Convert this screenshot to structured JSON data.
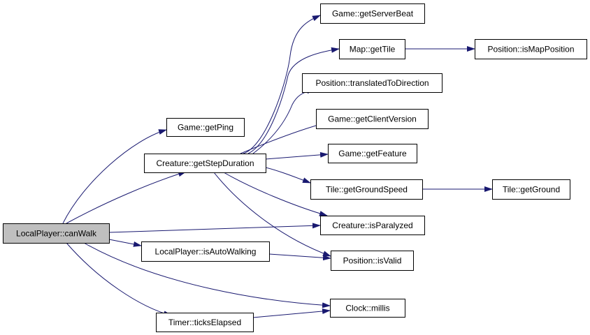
{
  "colors": {
    "edge": "#191970",
    "node_border": "#000000",
    "node_fill": "#ffffff",
    "root_fill": "#bfbfbf",
    "text": "#000000"
  },
  "nodes": [
    {
      "id": "canWalk",
      "label": "LocalPlayer::canWalk",
      "root": true
    },
    {
      "id": "getPing",
      "label": "Game::getPing"
    },
    {
      "id": "getStepDuration",
      "label": "Creature::getStepDuration"
    },
    {
      "id": "isAutoWalking",
      "label": "LocalPlayer::isAutoWalking"
    },
    {
      "id": "ticksElapsed",
      "label": "Timer::ticksElapsed"
    },
    {
      "id": "getServerBeat",
      "label": "Game::getServerBeat"
    },
    {
      "id": "getTile",
      "label": "Map::getTile"
    },
    {
      "id": "translatedToDirection",
      "label": "Position::translatedToDirection"
    },
    {
      "id": "getClientVersion",
      "label": "Game::getClientVersion"
    },
    {
      "id": "getFeature",
      "label": "Game::getFeature"
    },
    {
      "id": "getGroundSpeed",
      "label": "Tile::getGroundSpeed"
    },
    {
      "id": "isParalyzed",
      "label": "Creature::isParalyzed"
    },
    {
      "id": "isValid",
      "label": "Position::isValid"
    },
    {
      "id": "millis",
      "label": "Clock::millis"
    },
    {
      "id": "isMapPosition",
      "label": "Position::isMapPosition"
    },
    {
      "id": "getGround",
      "label": "Tile::getGround"
    }
  ],
  "edges": [
    {
      "from": "canWalk",
      "to": "getPing"
    },
    {
      "from": "canWalk",
      "to": "getStepDuration"
    },
    {
      "from": "canWalk",
      "to": "isParalyzed"
    },
    {
      "from": "canWalk",
      "to": "isAutoWalking"
    },
    {
      "from": "canWalk",
      "to": "millis"
    },
    {
      "from": "canWalk",
      "to": "ticksElapsed"
    },
    {
      "from": "getStepDuration",
      "to": "getServerBeat"
    },
    {
      "from": "getStepDuration",
      "to": "getTile"
    },
    {
      "from": "getStepDuration",
      "to": "translatedToDirection"
    },
    {
      "from": "getStepDuration",
      "to": "getClientVersion"
    },
    {
      "from": "getStepDuration",
      "to": "getFeature"
    },
    {
      "from": "getStepDuration",
      "to": "getGroundSpeed"
    },
    {
      "from": "getStepDuration",
      "to": "isParalyzed"
    },
    {
      "from": "getStepDuration",
      "to": "isValid"
    },
    {
      "from": "isAutoWalking",
      "to": "isValid"
    },
    {
      "from": "ticksElapsed",
      "to": "millis"
    },
    {
      "from": "getTile",
      "to": "isMapPosition"
    },
    {
      "from": "getGroundSpeed",
      "to": "getGround"
    }
  ]
}
